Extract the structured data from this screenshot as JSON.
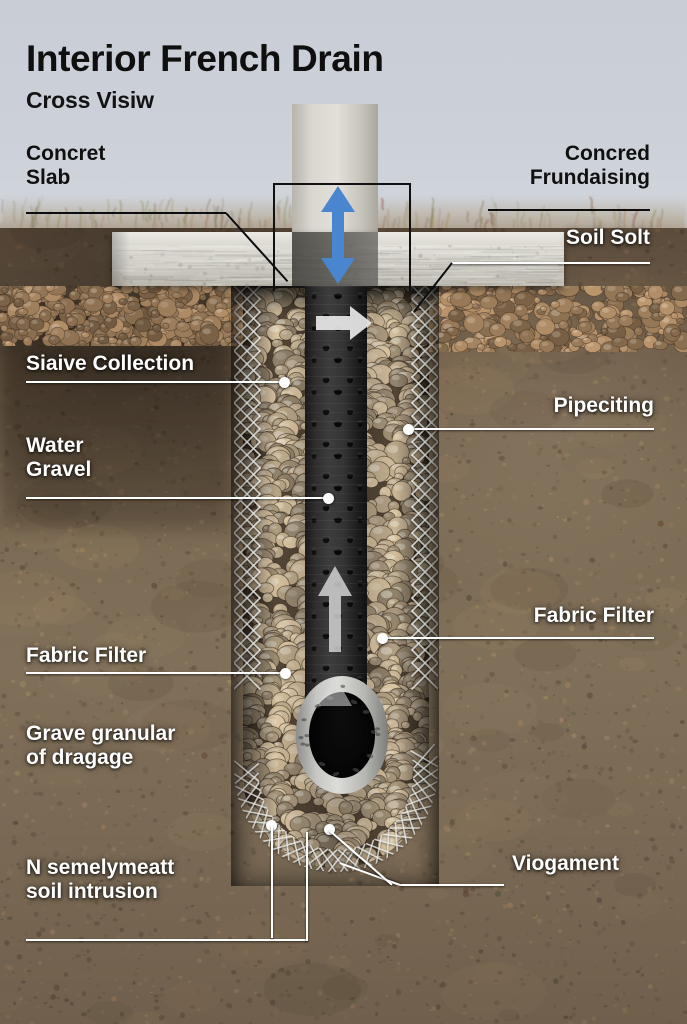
{
  "header": {
    "title": "Interior French Drain",
    "subtitle": "Cross Visiw"
  },
  "labels": {
    "concrete_slab": "Concret\nSlab",
    "concrete_foundation": "Concred\nFrundaising",
    "soil_slot": "Soil Solt",
    "sleeve_collection": "Siaive Collection",
    "water_gravel": "Water\nGravel",
    "pipe_citing": "Pipeciting",
    "fabric_filter_left": "Fabric Filter",
    "fabric_filter_right": "Fabric Filter",
    "gravel_drainage": "Grave granular\nof dragage",
    "soil_intrusion": "N semelymeatt\nsoil intrusion",
    "viogament": "Viogament"
  },
  "icons": {
    "vertical_flow_arrow": "double-headed-up-down-arrow",
    "inlet_flow_arrow": "right-arrow",
    "pipe_flow_arrow": "up-arrow"
  },
  "colors": {
    "flow_arrow_blue": "#4a86d0",
    "label_light": "#ffffff",
    "label_dark": "#101010",
    "slab_concrete": "#dedcd5",
    "pipe_dark": "#2f2f2f",
    "gravel_tan": "#bfae92",
    "soil_brown": "#7b6a53"
  }
}
